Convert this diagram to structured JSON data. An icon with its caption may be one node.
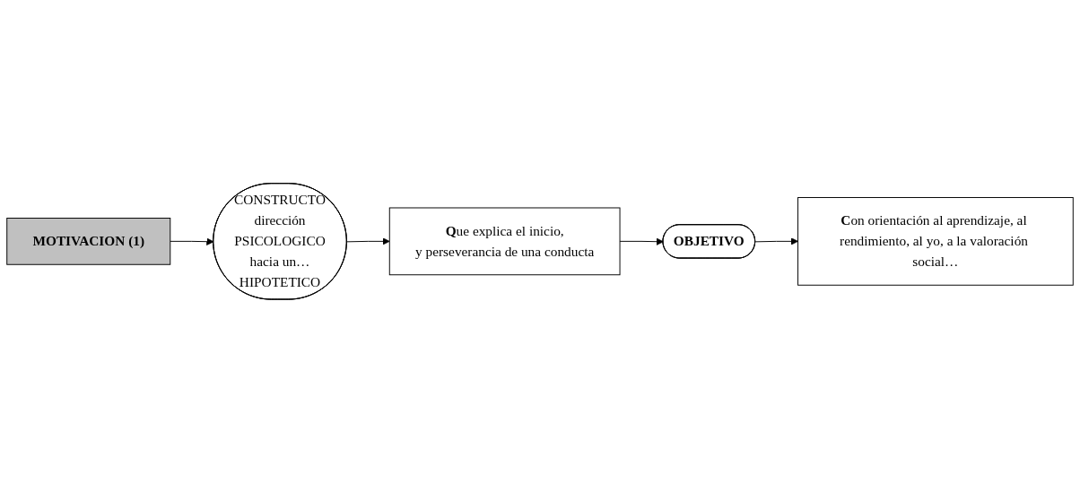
{
  "diagram": {
    "nodes": [
      {
        "text": [
          "MOTIVACION (1)"
        ]
      },
      {
        "text": [
          "CONSTRUCTO",
          "dirección",
          "PSICOLOGICO",
          "hacia un…",
          "HIPOTETICO"
        ]
      },
      {
        "text": [
          "**Q**ue explica el inicio,",
          "y perseverancia de una conducta"
        ]
      },
      {
        "text": [
          "OBJETIVO"
        ]
      },
      {
        "text": [
          "**C**on orientación al aprendizaje, al rendimiento, al yo, a la valoración social…"
        ]
      }
    ],
    "edges": [
      {
        "from": 0,
        "to": 1,
        "arrow": "to"
      },
      {
        "from": 1,
        "to": 2,
        "arrow": "to"
      },
      {
        "from": 2,
        "to": 3,
        "arrow": "to"
      },
      {
        "from": 3,
        "to": 4,
        "arrow": "to"
      }
    ]
  }
}
